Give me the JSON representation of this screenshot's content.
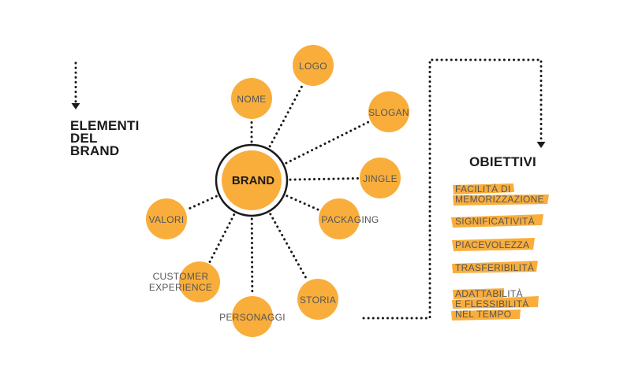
{
  "left_heading": [
    "ELEMENTI",
    "DEL",
    "BRAND"
  ],
  "center_label": "BRAND",
  "elements": [
    {
      "id": "logo",
      "label": "LOGO"
    },
    {
      "id": "nome",
      "label": "NOME"
    },
    {
      "id": "slogan",
      "label": "SLOGAN"
    },
    {
      "id": "jingle",
      "label": "JINGLE"
    },
    {
      "id": "packaging",
      "label": "PACKAGING"
    },
    {
      "id": "valori",
      "label": "VALORI"
    },
    {
      "id": "customer-experience",
      "label": [
        "CUSTOMER",
        "EXPERIENCE"
      ]
    },
    {
      "id": "personaggi",
      "label": "PERSONAGGI"
    },
    {
      "id": "storia",
      "label": "STORIA"
    }
  ],
  "right_heading": "OBIETTIVI",
  "objectives": [
    [
      "FACILITÀ DI",
      "MEMORIZZAZIONE"
    ],
    [
      "SIGNIFICATIVITÀ"
    ],
    [
      "PIACEVOLEZZA"
    ],
    [
      "TRASFERIBILITÀ"
    ],
    [
      "ADATTABILITÀ",
      "E FLESSIBILITÀ",
      "NEL TEMPO"
    ]
  ],
  "colors": {
    "circle_fill": "#F9AE3C",
    "highlight": "#F9AE3C",
    "ink": "#1A1A1A",
    "label": "#555555"
  }
}
